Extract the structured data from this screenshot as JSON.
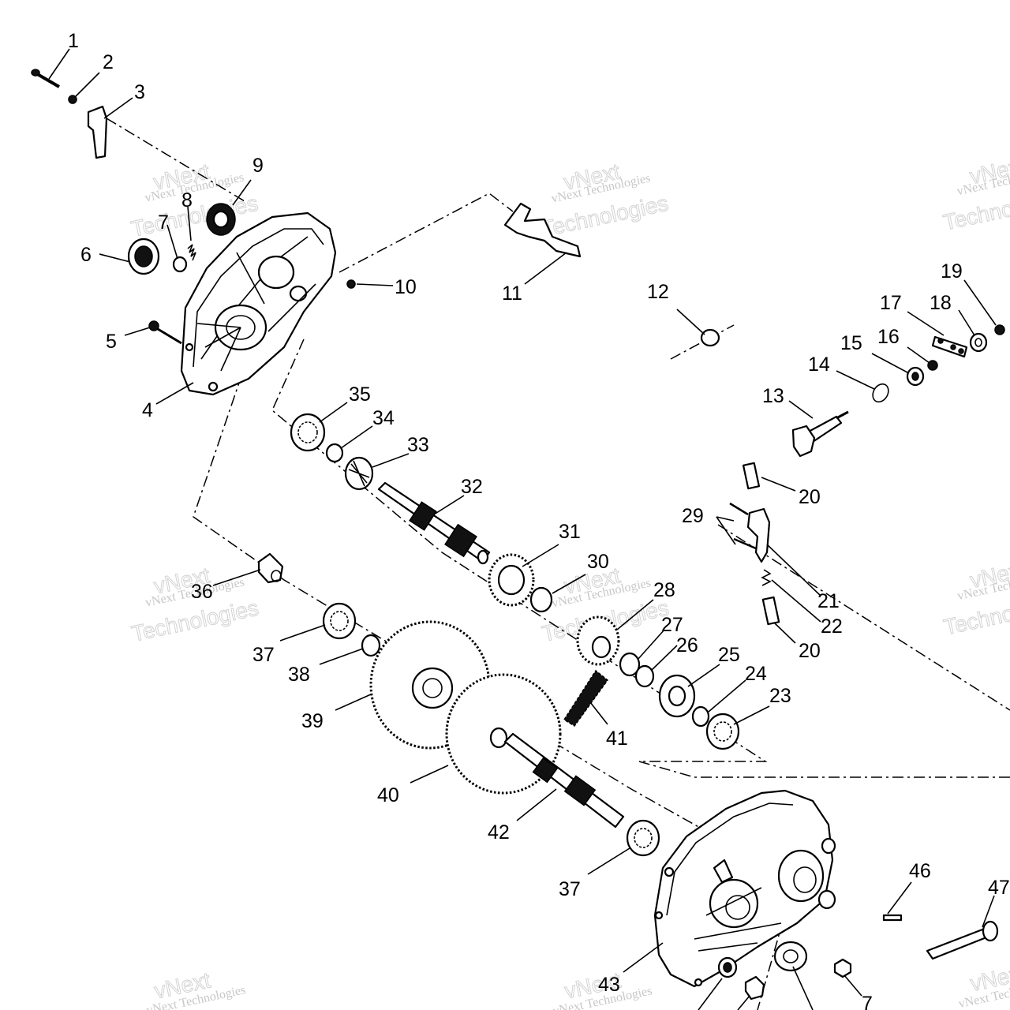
{
  "watermark": {
    "line1": "vNext Technologies",
    "line2": "Technologies",
    "line3": "vNext"
  },
  "callouts": [
    {
      "id": "c1",
      "text": "1"
    },
    {
      "id": "c2",
      "text": "2"
    },
    {
      "id": "c3",
      "text": "3"
    },
    {
      "id": "c4",
      "text": "4"
    },
    {
      "id": "c5",
      "text": "5"
    },
    {
      "id": "c6",
      "text": "6"
    },
    {
      "id": "c7a",
      "text": "7"
    },
    {
      "id": "c8",
      "text": "8"
    },
    {
      "id": "c9",
      "text": "9"
    },
    {
      "id": "c10",
      "text": "10"
    },
    {
      "id": "c11",
      "text": "11"
    },
    {
      "id": "c12",
      "text": "12"
    },
    {
      "id": "c13",
      "text": "13"
    },
    {
      "id": "c14",
      "text": "14"
    },
    {
      "id": "c15",
      "text": "15"
    },
    {
      "id": "c16",
      "text": "16"
    },
    {
      "id": "c17",
      "text": "17"
    },
    {
      "id": "c18",
      "text": "18"
    },
    {
      "id": "c19",
      "text": "19"
    },
    {
      "id": "c20a",
      "text": "20"
    },
    {
      "id": "c20b",
      "text": "20"
    },
    {
      "id": "c21",
      "text": "21"
    },
    {
      "id": "c22",
      "text": "22"
    },
    {
      "id": "c23",
      "text": "23"
    },
    {
      "id": "c24",
      "text": "24"
    },
    {
      "id": "c25",
      "text": "25"
    },
    {
      "id": "c26",
      "text": "26"
    },
    {
      "id": "c27",
      "text": "27"
    },
    {
      "id": "c28",
      "text": "28"
    },
    {
      "id": "c29",
      "text": "29"
    },
    {
      "id": "c30",
      "text": "30"
    },
    {
      "id": "c31",
      "text": "31"
    },
    {
      "id": "c32",
      "text": "32"
    },
    {
      "id": "c33",
      "text": "33"
    },
    {
      "id": "c34",
      "text": "34"
    },
    {
      "id": "c35",
      "text": "35"
    },
    {
      "id": "c36",
      "text": "36"
    },
    {
      "id": "c37a",
      "text": "37"
    },
    {
      "id": "c37b",
      "text": "37"
    },
    {
      "id": "c38",
      "text": "38"
    },
    {
      "id": "c39",
      "text": "39"
    },
    {
      "id": "c40",
      "text": "40"
    },
    {
      "id": "c41",
      "text": "41"
    },
    {
      "id": "c42",
      "text": "42"
    },
    {
      "id": "c43",
      "text": "43"
    },
    {
      "id": "c46",
      "text": "46"
    },
    {
      "id": "c47",
      "text": "47"
    },
    {
      "id": "c7b",
      "text": "7"
    }
  ]
}
